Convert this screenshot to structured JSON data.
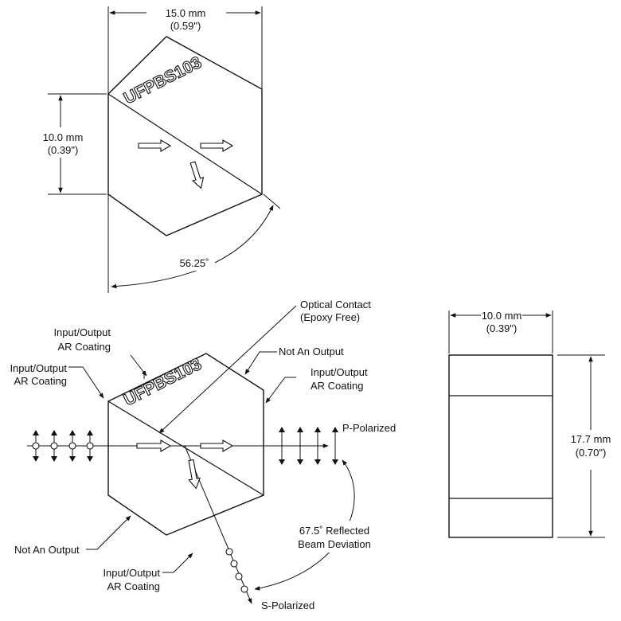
{
  "top_view": {
    "part_label": "UFPBS103",
    "width_mm": "15.0 mm",
    "width_in": "(0.59\")",
    "height_mm": "10.0 mm",
    "height_in": "(0.39\")",
    "angle": "56.25˚"
  },
  "beam_view": {
    "part_label": "UFPBS103",
    "optical_contact": [
      "Optical Contact",
      "(Epoxy Free)"
    ],
    "input_output_top": [
      "Input/Output",
      "AR Coating"
    ],
    "input_output_left": [
      "Input/Output",
      "AR Coating"
    ],
    "not_an_output_top": "Not An Output",
    "input_output_right": [
      "Input/Output",
      "AR Coating"
    ],
    "p_polarized": "P-Polarized",
    "deviation": [
      "67.5˚ Reflected",
      "Beam Deviation"
    ],
    "not_an_output_bottom": "Not An Output",
    "input_output_bottom": [
      "Input/Output",
      "AR Coating"
    ],
    "s_polarized": "S-Polarized"
  },
  "side_view": {
    "width_mm": "10.0 mm",
    "width_in": "(0.39\")",
    "height_mm": "17.7 mm",
    "height_in": "(0.70\")"
  }
}
